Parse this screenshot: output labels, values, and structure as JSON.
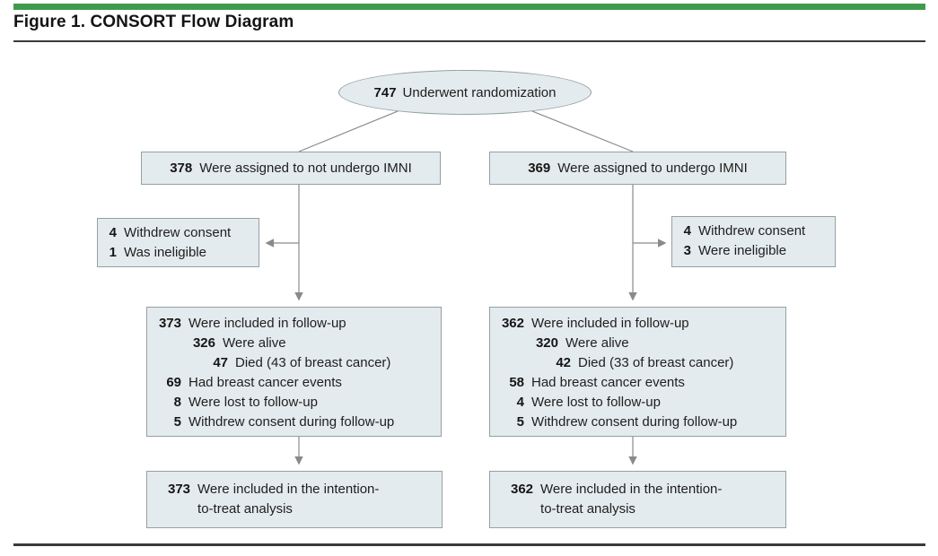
{
  "header": {
    "figure_label": "Figure 1. CONSORT Flow Diagram"
  },
  "colors": {
    "accent_green": "#3e9b4e",
    "box_fill": "#e4ebee",
    "box_border": "#95a0a2",
    "connector_gray": "#8a8a8a",
    "rule_dark": "#3a3a3a"
  },
  "diagram": {
    "randomization": {
      "num": "747",
      "text": "Underwent randomization"
    },
    "left_arm": {
      "assigned": {
        "num": "378",
        "text": "Were assigned to not undergo IMNI"
      },
      "excluded": {
        "lines": [
          {
            "num": "4",
            "text": "Withdrew consent"
          },
          {
            "num": "1",
            "text": "Was ineligible"
          }
        ]
      },
      "followup": {
        "lines": [
          {
            "num": "373",
            "text": "Were included in follow-up"
          },
          {
            "num": "326",
            "text": "Were alive"
          },
          {
            "num": "47",
            "text": "Died (43 of breast cancer)"
          },
          {
            "num": "69",
            "text": "Had breast cancer events"
          },
          {
            "num": "8",
            "text": "Were lost to follow-up"
          },
          {
            "num": "5",
            "text": "Withdrew consent during follow-up"
          }
        ]
      },
      "itt": {
        "num": "373",
        "line1": "Were included in the intention-",
        "line2": "to-treat analysis"
      }
    },
    "right_arm": {
      "assigned": {
        "num": "369",
        "text": "Were assigned to undergo IMNI"
      },
      "excluded": {
        "lines": [
          {
            "num": "4",
            "text": "Withdrew consent"
          },
          {
            "num": "3",
            "text": "Were ineligible"
          }
        ]
      },
      "followup": {
        "lines": [
          {
            "num": "362",
            "text": "Were included in follow-up"
          },
          {
            "num": "320",
            "text": "Were alive"
          },
          {
            "num": "42",
            "text": "Died (33 of breast cancer)"
          },
          {
            "num": "58",
            "text": "Had breast cancer events"
          },
          {
            "num": "4",
            "text": "Were lost to follow-up"
          },
          {
            "num": "5",
            "text": "Withdrew consent during follow-up"
          }
        ]
      },
      "itt": {
        "num": "362",
        "line1": "Were included in the intention-",
        "line2": "to-treat analysis"
      }
    }
  }
}
